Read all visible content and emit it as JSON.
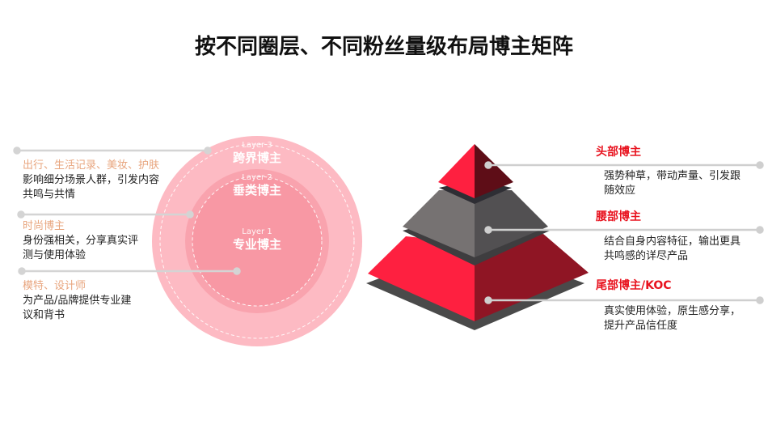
{
  "title": "按不同圈层、不同粉丝量级布局博主矩阵",
  "circles": {
    "layers": [
      {
        "layer": "Layer 3",
        "name": "跨界博主",
        "tag": "出行、生活记录、美妆、护肤",
        "desc": [
          "影响细分场景人群，引发内容",
          "共鸣与共情"
        ]
      },
      {
        "layer": "Layer 2",
        "name": "垂类博主",
        "tag": "时尚博主",
        "desc": [
          "身份强相关，分享真实评",
          "测与使用体验"
        ]
      },
      {
        "layer": "Layer 1",
        "name": "专业博主",
        "tag": "模特、设计师",
        "desc": [
          "为产品/品牌提供专业建",
          "议和背书"
        ]
      }
    ],
    "colors": {
      "outer": "#fbb4bd",
      "middle": "#f9a0ab",
      "tag": "#e8a57e"
    }
  },
  "pyramid": {
    "tiers": [
      {
        "name": "头部博主",
        "desc": [
          "强势种草，带动声量、引发跟",
          "随效应"
        ]
      },
      {
        "name": "腰部博主",
        "desc": [
          "结合自身内容特征，输出更具",
          "共鸣感的详尽产品"
        ]
      },
      {
        "name": "尾部博主/KOC",
        "desc": [
          "真实使用体验，原生感分享，",
          "提升产品信任度"
        ]
      }
    ],
    "colors": {
      "red": "#fe2040",
      "dark_red": "#8f1524",
      "grey": "#767272",
      "dark_grey": "#525052",
      "accent": "#e8131f"
    }
  }
}
